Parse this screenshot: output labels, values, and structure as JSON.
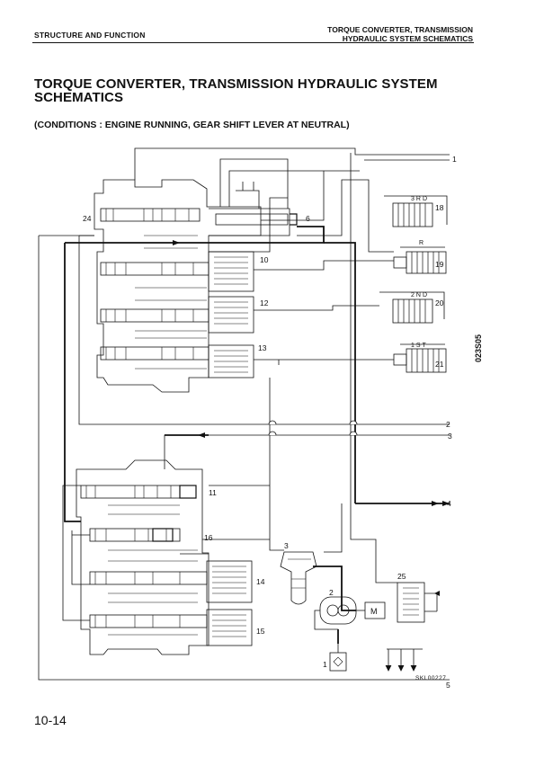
{
  "header": {
    "section": "STRUCTURE AND FUNCTION",
    "title_line1": "TORQUE CONVERTER, TRANSMISSION",
    "title_line2": "HYDRAULIC SYSTEM SCHEMATICS"
  },
  "title": "TORQUE CONVERTER, TRANSMISSION HYDRAULIC SYSTEM SCHEMATICS",
  "conditions": "(CONDITIONS : ENGINE RUNNING, GEAR SHIFT LEVER AT NEUTRAL)",
  "figure_code": "023S05",
  "drawing_ref": "SKL00227",
  "page_number": "10-14",
  "diagram": {
    "line_labels": [
      "1",
      "2",
      "3",
      "4",
      "5"
    ],
    "valve_labels": {
      "v24": "24",
      "v6": "6",
      "v10": "10",
      "v12": "12",
      "v13": "13",
      "v11": "11",
      "v16": "16",
      "v14": "14",
      "v15": "15"
    },
    "clutch_labels": {
      "c18": "18",
      "c19": "19",
      "c20": "20",
      "c21": "21",
      "g3rd": "3RD",
      "gR": "R",
      "g2nd": "2ND",
      "g1st": "1ST"
    },
    "component_labels": {
      "filter": "3",
      "pump": "2",
      "strainer": "1",
      "cooler": "25",
      "motor": "M"
    }
  }
}
